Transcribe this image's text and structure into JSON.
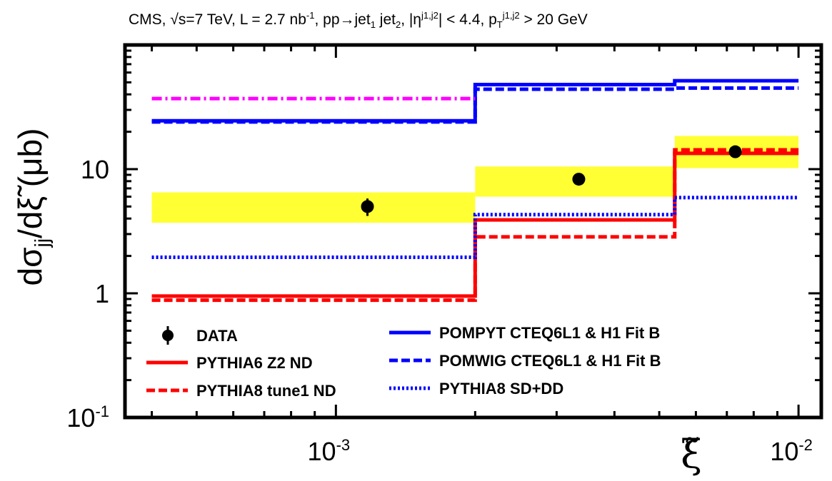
{
  "chart_data": {
    "type": "line",
    "title_parts": {
      "experiment": "CMS,",
      "energy": "√s=7 TeV, L = 2.7 nb",
      "lumi_exp": "-1",
      "process": ", pp→jet",
      "jet1_sub": "1",
      "jet_mid": " jet",
      "jet2_sub": "2",
      "eta_cut": ",  |η",
      "eta_sup": "j1,j2",
      "eta_val": "| < 4.4,  p",
      "pt_sup": "j1,j2",
      "pt_sub": "T",
      "pt_val": " > 20 GeV"
    },
    "xlabel": "ξ̃",
    "ylabel_main": "dσ",
    "ylabel_sub": "jj",
    "ylabel_rest": "/dξ̃ (μb)",
    "x_scale": "log",
    "y_scale": "log",
    "xlim": [
      0.00035,
      0.0112
    ],
    "ylim": [
      0.1,
      100
    ],
    "x_ticks": [
      {
        "value": 0.001,
        "base": "10",
        "exp": "-3"
      },
      {
        "value": 0.01,
        "base": "10",
        "exp": "-2"
      }
    ],
    "y_ticks": [
      {
        "value": 0.1,
        "base": "10",
        "exp": "-1"
      },
      {
        "value": 1,
        "base": "1",
        "exp": ""
      },
      {
        "value": 10,
        "base": "10",
        "exp": ""
      }
    ],
    "bin_edges": [
      0.0004,
      0.002,
      0.0054,
      0.01
    ],
    "data": {
      "name": "DATA",
      "x": [
        0.00117,
        0.00335,
        0.0073
      ],
      "y": [
        5.0,
        8.3,
        13.8
      ],
      "stat_err": [
        0.8,
        0.8,
        0.8
      ],
      "sys_band": [
        [
          3.7,
          6.5
        ],
        [
          6.0,
          10.5
        ],
        [
          10.2,
          18.5
        ]
      ]
    },
    "series": [
      {
        "name": "PYTHIA6 Z2 ND",
        "style": "solid",
        "color": "#ff0000",
        "values": [
          0.95,
          3.9,
          13.4
        ]
      },
      {
        "name": "PYTHIA8 tune1 ND",
        "style": "dashed",
        "color": "#ff0000",
        "values": [
          0.88,
          2.85,
          14.3
        ]
      },
      {
        "name": "POMPYT CTEQ6L1 & H1 Fit B",
        "style": "solid",
        "color": "#0000ff",
        "values": [
          24.5,
          48.0,
          51.5
        ]
      },
      {
        "name": "POMWIG CTEQ6L1 & H1 Fit B",
        "style": "dashed",
        "color": "#0000ff",
        "values": [
          24.0,
          44.0,
          45.0
        ]
      },
      {
        "name": "PYTHIA8 SD+DD",
        "style": "dotted",
        "color": "#0000ff",
        "values": [
          1.95,
          4.3,
          5.9
        ]
      },
      {
        "name": "",
        "style": "dashdot",
        "color": "#ff00ff",
        "values": [
          37.0,
          null,
          null
        ]
      }
    ],
    "legend_placement": "bottom",
    "grid": false,
    "colors": {
      "band": "#ffff33",
      "data": "#000000",
      "axis": "#000000"
    }
  }
}
